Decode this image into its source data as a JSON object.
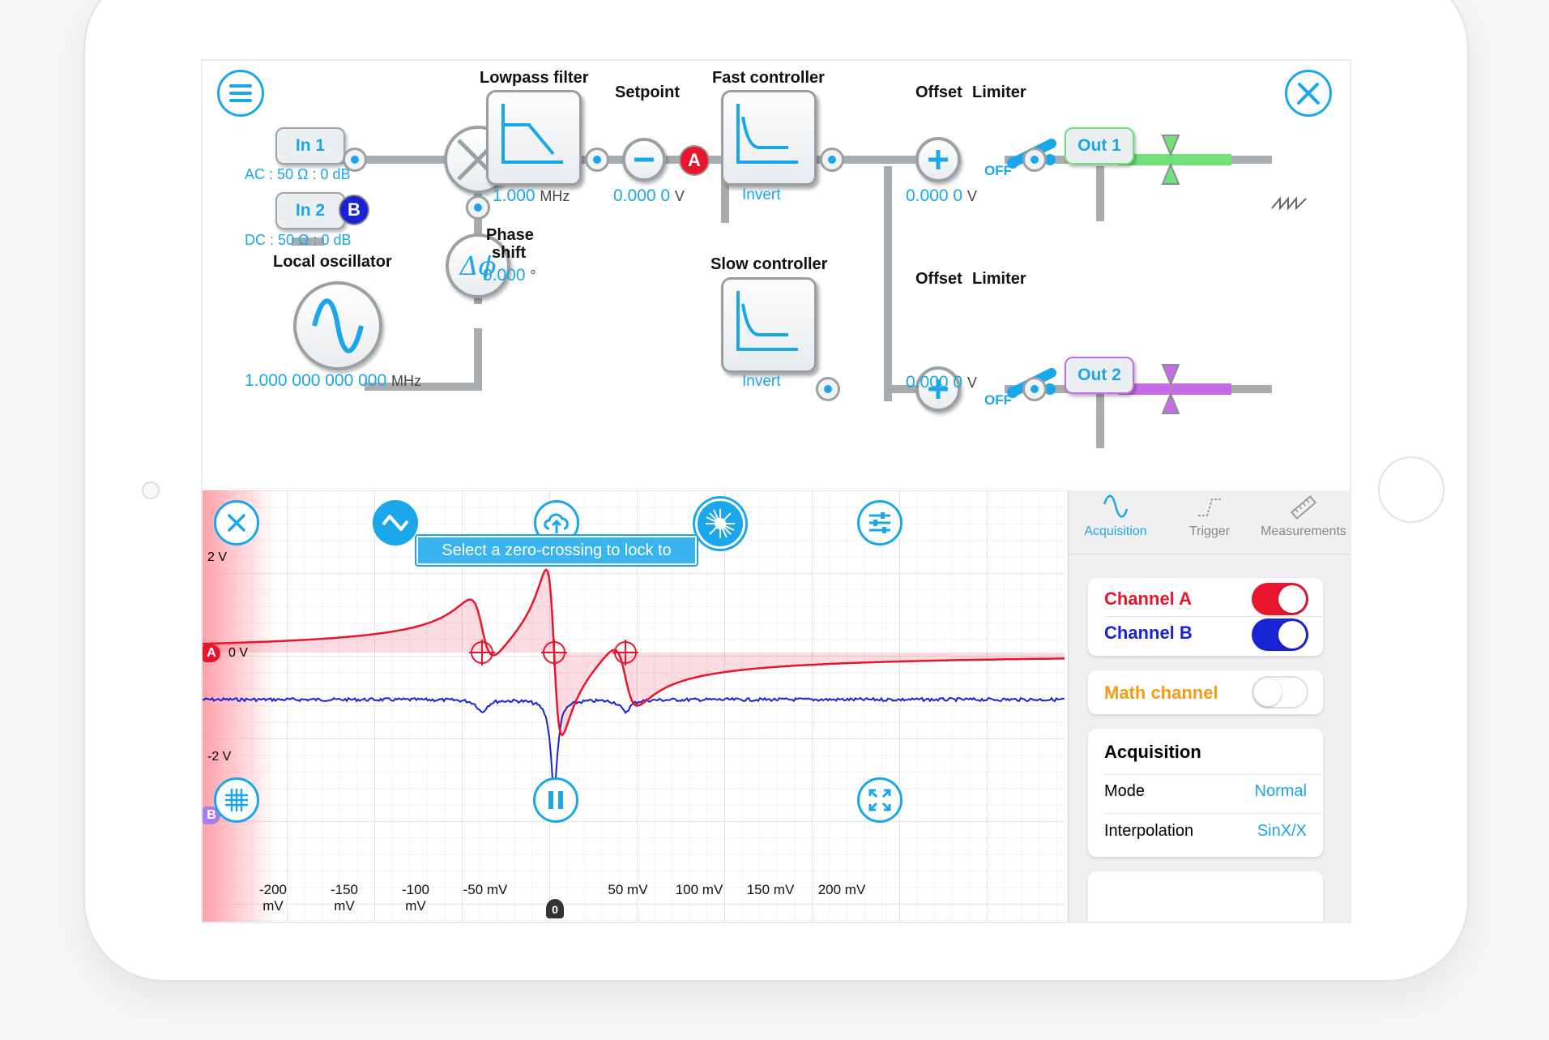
{
  "app": {
    "inputs": [
      {
        "name": "In 1",
        "config": "AC : 50 Ω : 0 dB"
      },
      {
        "name": "In 2",
        "config": "DC : 50 Ω : 0 dB",
        "badge": "B"
      }
    ],
    "lowpass": {
      "title": "Lowpass filter",
      "value": "1.000",
      "unit": "MHz"
    },
    "setpoint": {
      "title": "Setpoint",
      "value": "0.000 0",
      "unit": "V",
      "badge": "A"
    },
    "fast_controller": {
      "title": "Fast controller",
      "mode": "Invert"
    },
    "slow_controller": {
      "title": "Slow controller",
      "mode": "Invert"
    },
    "phase": {
      "title_1": "Phase",
      "title_2": "shift",
      "symbol": "Δϕ",
      "value": "0.000",
      "unit": "°"
    },
    "local_osc": {
      "title": "Local oscillator",
      "value": "1.000 000 000 000",
      "unit": "MHz"
    },
    "out1": {
      "offset_title": "Offset",
      "limiter_title": "Limiter",
      "offset_value": "0.000 0",
      "unit": "V",
      "limiter_state": "OFF",
      "label": "Out 1"
    },
    "out2": {
      "offset_title": "Offset",
      "limiter_title": "Limiter",
      "offset_value": "0.000 0",
      "unit": "V",
      "limiter_state": "OFF",
      "label": "Out 2"
    }
  },
  "scope": {
    "hint": "Select a zero-crossing to lock to",
    "channel_markers": {
      "a": "A",
      "b": "B"
    },
    "ch_a_zero_label": "0 V",
    "y_top_label": "2 V",
    "y_bottom_label": "-2 V",
    "x_labels": [
      "-200 mV",
      "-150 mV",
      "-100 mV",
      "-50 mV",
      "50 mV",
      "100 mV",
      "150 mV",
      "200 mV"
    ],
    "trigger_marker": "0",
    "colors": {
      "channel_a": "#e8152c",
      "channel_b": "#1a22d6",
      "accent": "#1aa6ea",
      "math": "#f39c12"
    }
  },
  "side_panel": {
    "tabs": [
      {
        "label": "Acquisition",
        "icon": "wave-icon",
        "active": true
      },
      {
        "label": "Trigger",
        "icon": "trigger-icon",
        "active": false
      },
      {
        "label": "Measurements",
        "icon": "ruler-icon",
        "active": false
      }
    ],
    "channels": [
      {
        "label": "Channel A",
        "enabled": true
      },
      {
        "label": "Channel B",
        "enabled": true
      }
    ],
    "math": {
      "label": "Math channel",
      "enabled": false
    },
    "acquisition": {
      "title": "Acquisition",
      "rows": [
        {
          "label": "Mode",
          "value": "Normal"
        },
        {
          "label": "Interpolation",
          "value": "SinX/X"
        }
      ]
    }
  }
}
